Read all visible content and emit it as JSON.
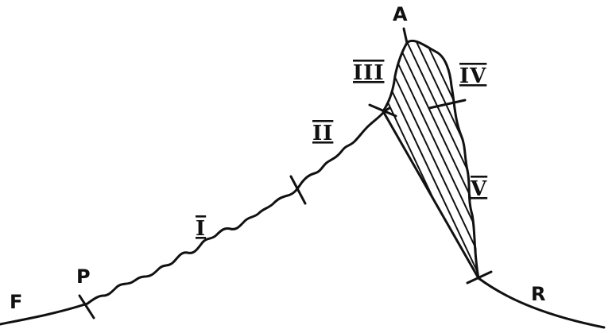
{
  "labels": {
    "start": "F",
    "p": "P",
    "apex": "A",
    "r": "R",
    "phase1": "I",
    "phase2": "II",
    "phase3": "III",
    "phase4": "IV",
    "phase5": "V"
  }
}
